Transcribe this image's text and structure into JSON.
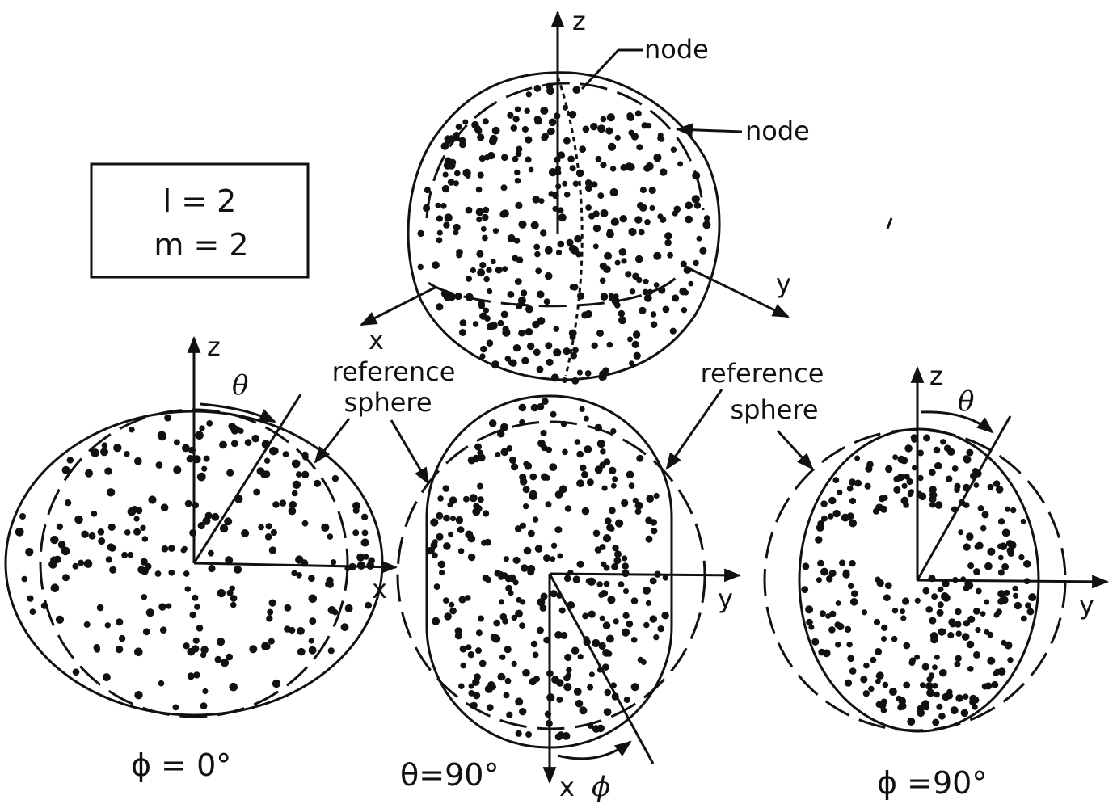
{
  "quantum_box": {
    "l_text": "l = 2",
    "m_text": "m = 2"
  },
  "top_view": {
    "axis_z": "z",
    "axis_x": "x",
    "axis_y": "y",
    "node_label_1": "node",
    "node_label_2": "node"
  },
  "left_view": {
    "axis_z": "z",
    "axis_x": "x",
    "angle": "θ",
    "caption": "ϕ = 0°"
  },
  "middle_view": {
    "axis_y": "y",
    "axis_x": "x",
    "angle": "ϕ",
    "caption": "θ=90°"
  },
  "right_view": {
    "axis_z": "z",
    "axis_y": "y",
    "angle": "θ",
    "caption": "ϕ =90°"
  },
  "reference_label_left": {
    "line1": "reference",
    "line2": "sphere"
  },
  "reference_label_right": {
    "line1": "reference",
    "line2": "sphere"
  }
}
